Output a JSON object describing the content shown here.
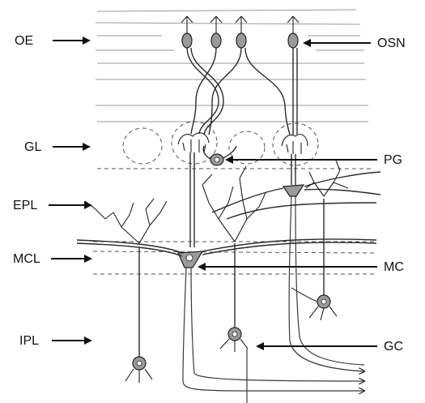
{
  "labels": {
    "oe": "OE",
    "gl": "GL",
    "epl": "EPL",
    "mcl": "MCL",
    "ipl": "IPL",
    "osn": "OSN",
    "pg": "PG",
    "mc": "MC",
    "gc": "GC"
  },
  "colors": {
    "ink": "#111111",
    "soma_fill": "#9a9a9a",
    "layer_line": "#9a9a9a",
    "background": "#ffffff"
  }
}
